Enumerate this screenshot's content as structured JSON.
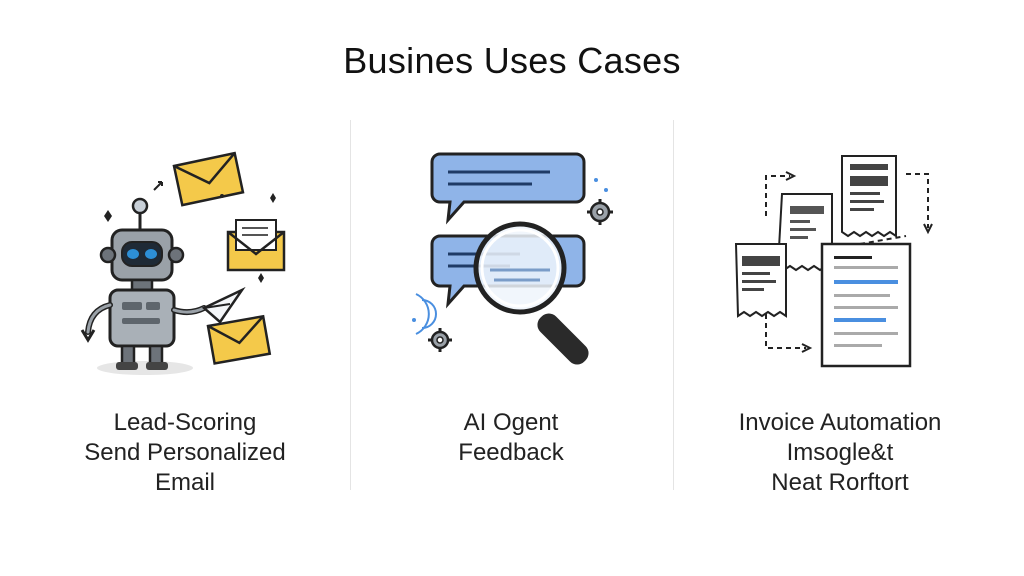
{
  "title": "Busines Uses Cases",
  "panels": [
    {
      "lines": [
        "Lead-Scoring",
        "Send Personalized",
        "Email"
      ],
      "illustration": "robot-sending-emails-icon"
    },
    {
      "lines": [
        "AI Ogent",
        "Feedback"
      ],
      "illustration": "chat-bubbles-magnifier-icon"
    },
    {
      "lines": [
        "Invoice Automation",
        "Imsogle&t",
        "Neat Rorftort"
      ],
      "illustration": "invoice-documents-flow-icon"
    }
  ],
  "colors": {
    "envelope": "#f4c94a",
    "chat_bubble": "#8fb4e8",
    "robot_body": "#8e959c",
    "robot_eyes": "#2d8fd6",
    "accent_blue": "#4a8fe0"
  }
}
